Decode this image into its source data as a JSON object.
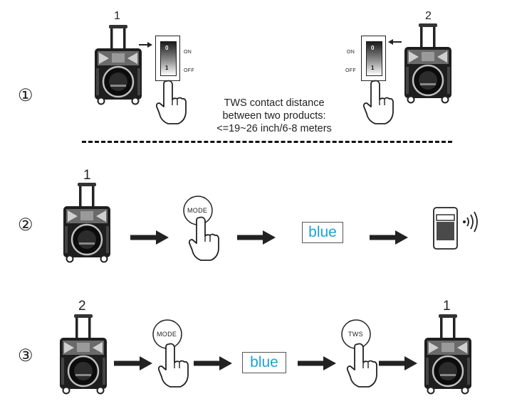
{
  "section1": {
    "step": "①",
    "speaker1_number": "1",
    "speaker2_number": "2",
    "switch1": {
      "on_label": "ON",
      "off_label": "OFF",
      "top_mark": "0",
      "bottom_mark": "1"
    },
    "switch2": {
      "on_label": "ON",
      "off_label": "OFF",
      "top_mark": "0",
      "bottom_mark": "1"
    },
    "note_line1": "TWS contact distance",
    "note_line2": "between two products:",
    "note_line3": "<=19~26 inch/6-8 meters"
  },
  "section2": {
    "step": "②",
    "speaker_number": "1",
    "mode_button": "MODE",
    "display_text": "blue"
  },
  "section3": {
    "step": "③",
    "speaker_left_number": "2",
    "speaker_right_number": "1",
    "mode_button": "MODE",
    "display_text": "blue",
    "tws_button": "TWS"
  }
}
